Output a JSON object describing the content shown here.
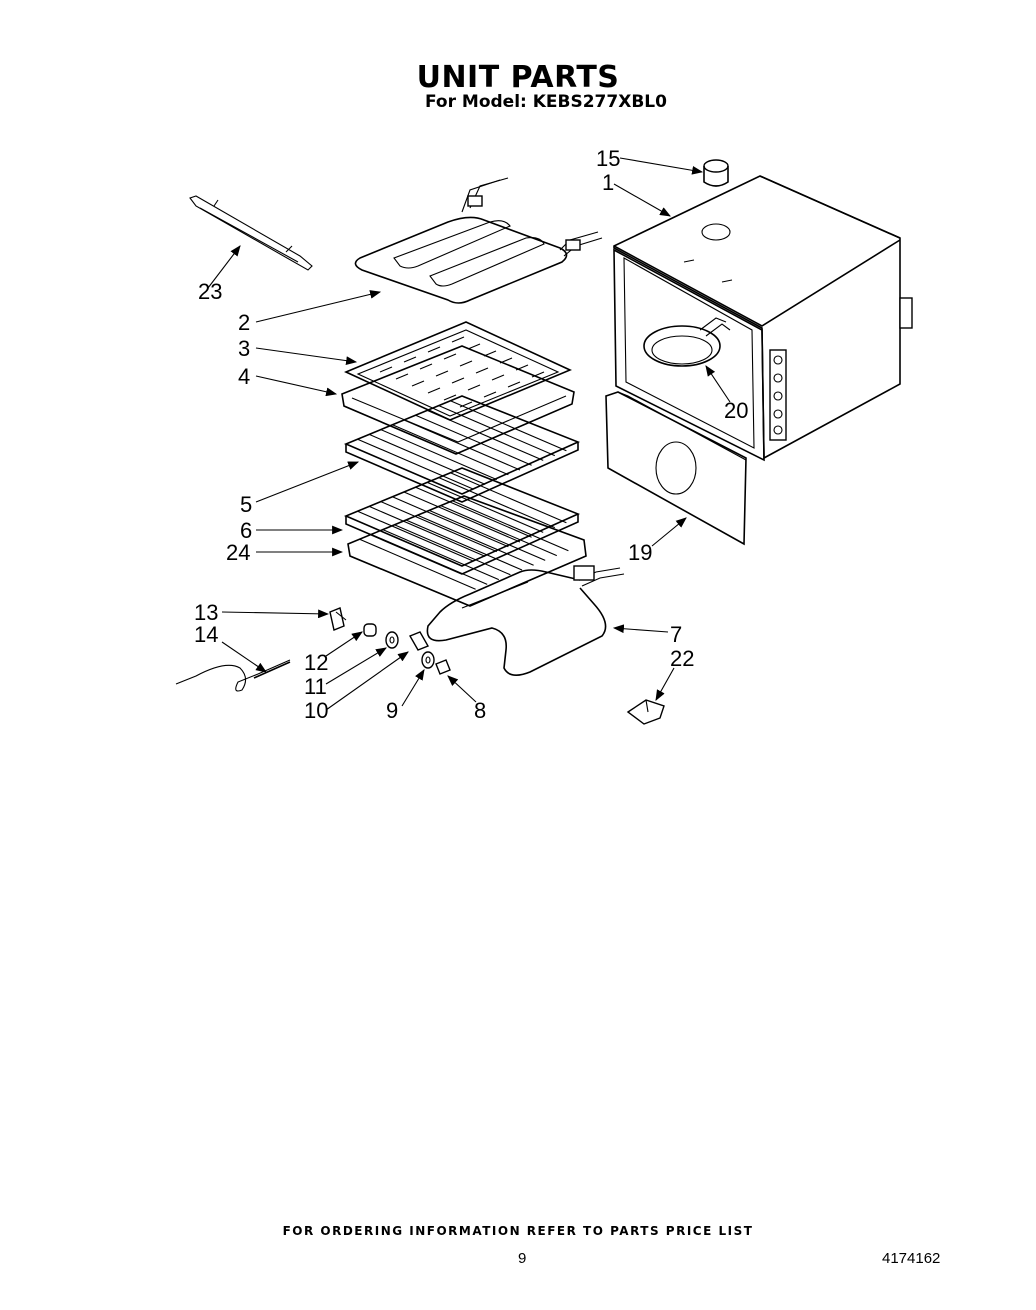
{
  "header": {
    "title": "UNIT PARTS",
    "model_line": "For Model: KEBS277XBL0"
  },
  "callouts": {
    "c1": "1",
    "c2": "2",
    "c3": "3",
    "c4": "4",
    "c5": "5",
    "c6": "6",
    "c7": "7",
    "c8": "8",
    "c9": "9",
    "c10": "10",
    "c11": "11",
    "c12": "12",
    "c13": "13",
    "c14": "14",
    "c15": "15",
    "c19": "19",
    "c20": "20",
    "c22": "22",
    "c23": "23",
    "c24": "24"
  },
  "footer": {
    "ordering_note": "FOR ORDERING INFORMATION REFER TO PARTS PRICE LIST",
    "page_number": "9",
    "document_number": "4174162"
  }
}
